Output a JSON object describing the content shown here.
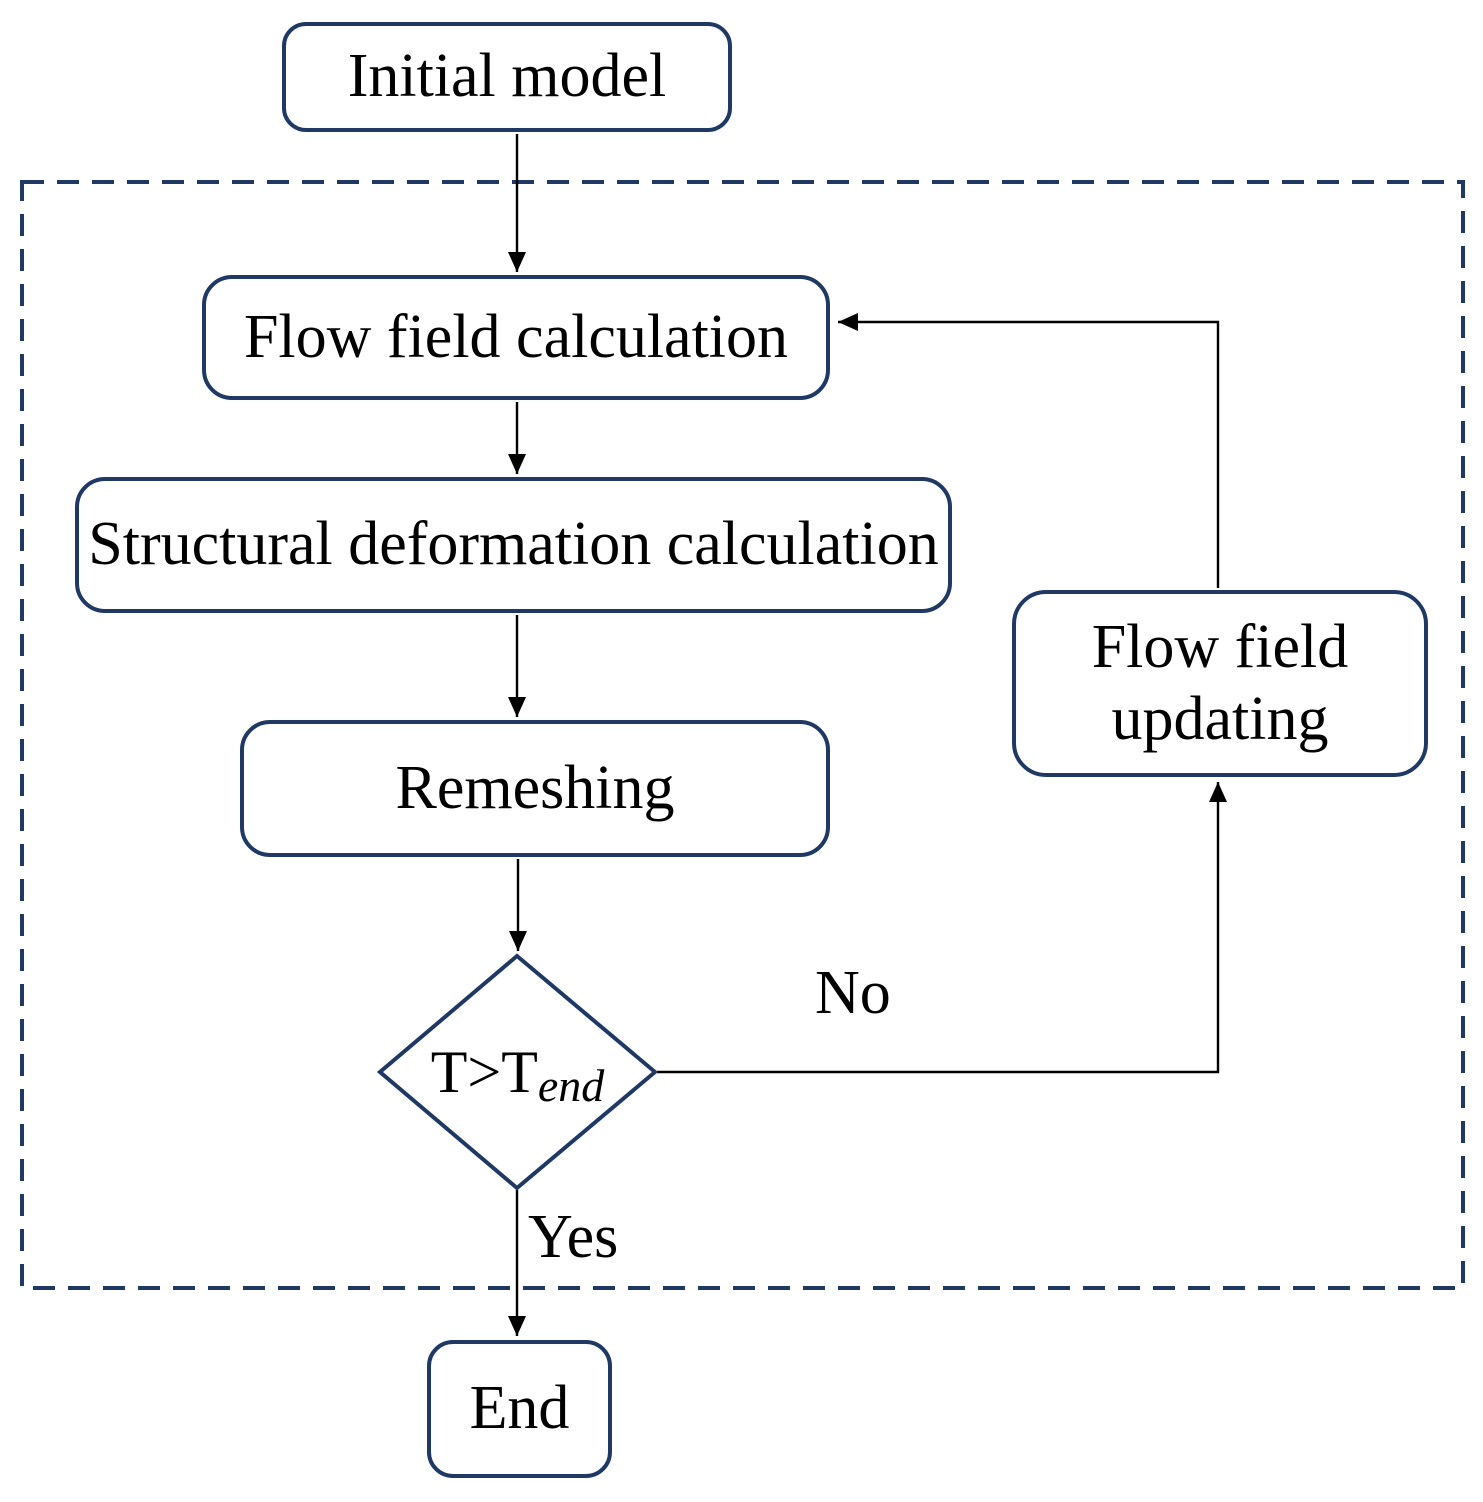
{
  "nodes": {
    "initial_model": {
      "label": "Initial model"
    },
    "flow_field_calculation": {
      "label": "Flow field calculation"
    },
    "structural_deformation_calculation": {
      "label": "Structural deformation calculation"
    },
    "remeshing": {
      "label": "Remeshing"
    },
    "decision": {
      "label_base": "T>T",
      "label_subscript": "end"
    },
    "flow_field_updating": {
      "label": "Flow field\nupdating"
    },
    "end": {
      "label": "End"
    }
  },
  "edge_labels": {
    "no": "No",
    "yes": "Yes"
  },
  "colors": {
    "node_border": "#1f3864",
    "boundary_dash": "#1f3864",
    "arrow": "#000000",
    "text": "#000000",
    "background": "#ffffff"
  }
}
